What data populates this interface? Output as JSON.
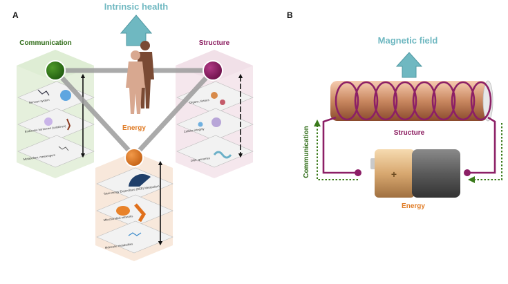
{
  "panel_a": {
    "letter": "A",
    "top_label": "Intrinsic health",
    "nodes": {
      "communication": "Communication",
      "structure": "Structure",
      "energy": "Energy"
    },
    "communication_layers": [
      "Nervous system",
      "Endocrine hormones (cytokines)",
      "Metabolites, messengers"
    ],
    "structure_layers": [
      "Organs, tissues",
      "Cellular integrity",
      "DNA, genomes"
    ],
    "energy_layers": [
      "Total energy Expenditure (REE) Metabolism",
      "Mitochondrial networks",
      "Molecular metabolites"
    ]
  },
  "panel_b": {
    "letter": "B",
    "top_label": "Magnetic field",
    "coil_label": "Structure",
    "wire_label": "Communication",
    "battery_label": "Energy",
    "battery_sign": "+"
  },
  "colors": {
    "communication": "#2e6b16",
    "structure": "#8a1a5e",
    "energy": "#e07c26",
    "arrow_teal": "#6fb8c1",
    "wire": "#8c1f66",
    "dotted_arrow": "#3a7a1a"
  }
}
